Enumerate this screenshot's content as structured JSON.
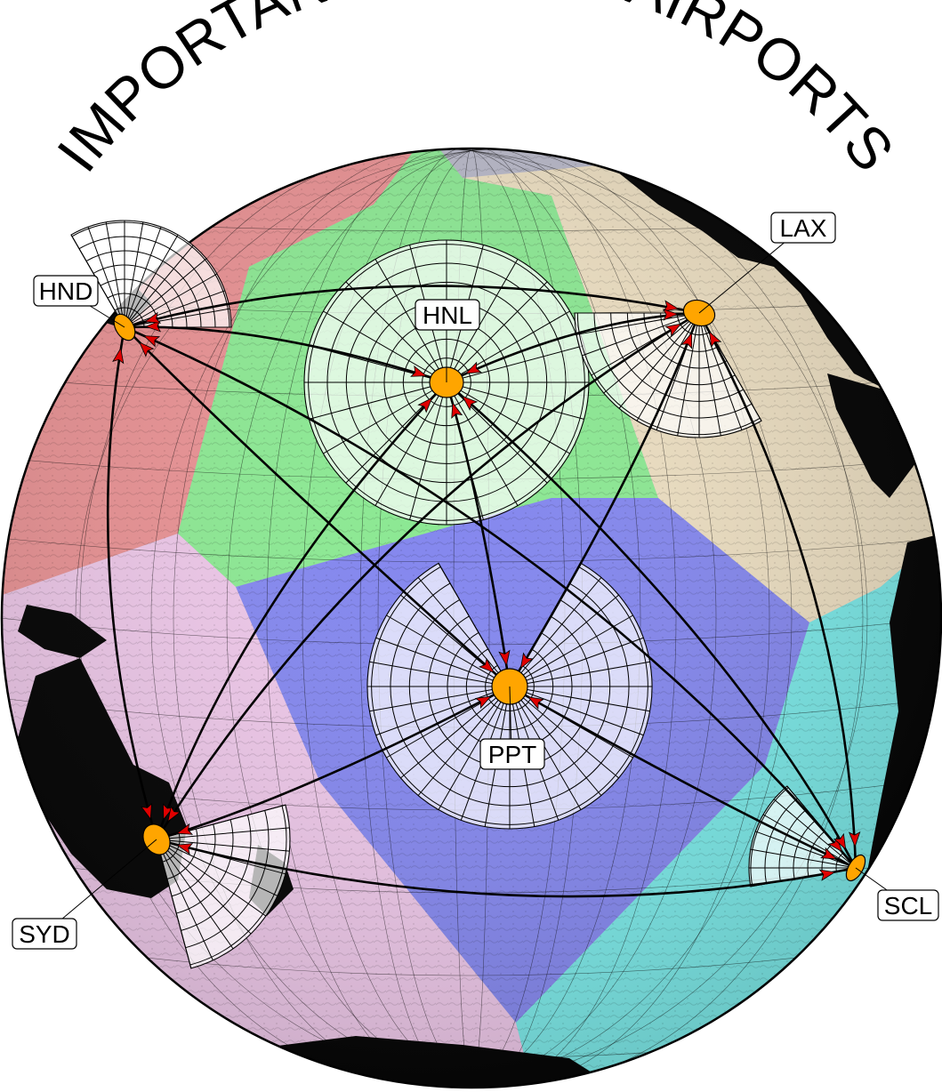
{
  "title": "IMPORTANT PACIFIC AIRPORTS",
  "colors": {
    "background": "#ffffff",
    "ocean_shade": "#8a8a8a",
    "land": "#000000",
    "airport_marker": "#ffa500",
    "arrow_head": "#e00000",
    "region_HND": "#f08a8a",
    "region_HNL": "#84f08a",
    "region_LAX": "#f4e4c0",
    "region_PPT": "#7a7ef4",
    "region_SYD": "#f4c8ec",
    "region_SCL": "#6ef0ec"
  },
  "airports": [
    {
      "code": "HND",
      "label": "HND"
    },
    {
      "code": "HNL",
      "label": "HNL"
    },
    {
      "code": "LAX",
      "label": "LAX"
    },
    {
      "code": "PPT",
      "label": "PPT"
    },
    {
      "code": "SYD",
      "label": "SYD"
    },
    {
      "code": "SCL",
      "label": "SCL"
    }
  ],
  "routes": [
    [
      "HND",
      "HNL"
    ],
    [
      "HND",
      "LAX"
    ],
    [
      "HND",
      "PPT"
    ],
    [
      "HND",
      "SYD"
    ],
    [
      "HND",
      "SCL"
    ],
    [
      "HNL",
      "LAX"
    ],
    [
      "HNL",
      "PPT"
    ],
    [
      "HNL",
      "SYD"
    ],
    [
      "HNL",
      "SCL"
    ],
    [
      "LAX",
      "PPT"
    ],
    [
      "LAX",
      "SYD"
    ],
    [
      "LAX",
      "SCL"
    ],
    [
      "PPT",
      "SYD"
    ],
    [
      "PPT",
      "SCL"
    ],
    [
      "SYD",
      "SCL"
    ]
  ],
  "icons": {
    "airport": "orange-ellipse-marker",
    "arrow": "red-arrowhead"
  }
}
